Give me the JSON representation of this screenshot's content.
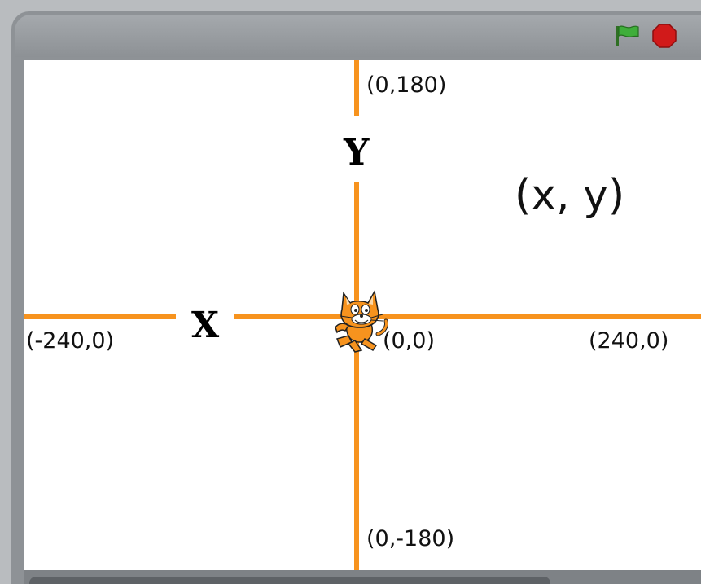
{
  "toolbar": {
    "green_flag_icon": "green-flag-icon",
    "stop_icon": "stop-sign-icon",
    "colors": {
      "green_flag": "#3fae3a",
      "stop": "#d11a1a"
    }
  },
  "stage": {
    "axis_color": "#f7931e",
    "axis_labels": {
      "x": "X",
      "y": "Y"
    },
    "coordinate_pair": "(x, y)",
    "points": {
      "top": "(0,180)",
      "bottom": "(0,-180)",
      "left": "(-240,0)",
      "right": "(240,0)",
      "origin": "(0,0)"
    },
    "sprite": {
      "name": "cat-sprite",
      "color": "#f7931e"
    }
  }
}
